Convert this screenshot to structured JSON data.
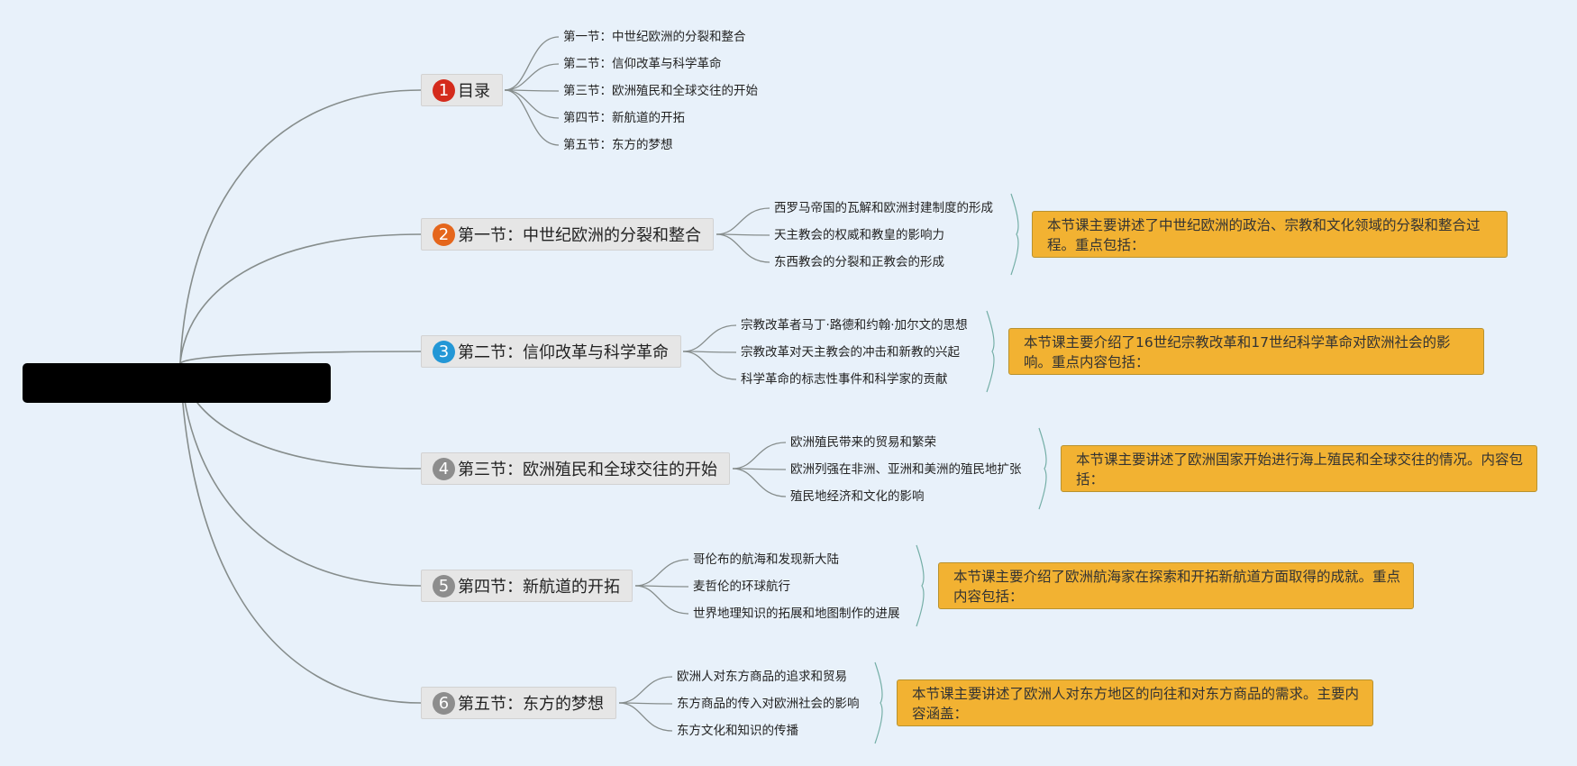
{
  "colors": {
    "background": "#e8f1fa",
    "root": "#000000",
    "connector": "#868d8c",
    "bracket": "#74aea6",
    "note_fill": "#f2b232",
    "badges": [
      "#d42b1c",
      "#e5661c",
      "#2397d6",
      "#8d8d8d",
      "#8d8d8d",
      "#8d8d8d"
    ]
  },
  "root": {
    "label": ""
  },
  "branches": [
    {
      "number": "1",
      "label": "目录",
      "items": [
        "第一节：中世纪欧洲的分裂和整合",
        "第二节：信仰改革与科学革命",
        "第三节：欧洲殖民和全球交往的开始",
        "第四节：新航道的开拓",
        "第五节：东方的梦想"
      ],
      "note": ""
    },
    {
      "number": "2",
      "label": "第一节：中世纪欧洲的分裂和整合",
      "items": [
        "西罗马帝国的瓦解和欧洲封建制度的形成",
        "天主教会的权威和教皇的影响力",
        "东西教会的分裂和正教会的形成"
      ],
      "note": "本节课主要讲述了中世纪欧洲的政治、宗教和文化领域的分裂和整合过程。重点包括："
    },
    {
      "number": "3",
      "label": "第二节：信仰改革与科学革命",
      "items": [
        "宗教改革者马丁·路德和约翰·加尔文的思想",
        "宗教改革对天主教会的冲击和新教的兴起",
        "科学革命的标志性事件和科学家的贡献"
      ],
      "note": "本节课主要介绍了16世纪宗教改革和17世纪科学革命对欧洲社会的影响。重点内容包括："
    },
    {
      "number": "4",
      "label": "第三节：欧洲殖民和全球交往的开始",
      "items": [
        "欧洲殖民带来的贸易和繁荣",
        "欧洲列强在非洲、亚洲和美洲的殖民地扩张",
        "殖民地经济和文化的影响"
      ],
      "note": "本节课主要讲述了欧洲国家开始进行海上殖民和全球交往的情况。内容包括："
    },
    {
      "number": "5",
      "label": "第四节：新航道的开拓",
      "items": [
        "哥伦布的航海和发现新大陆",
        "麦哲伦的环球航行",
        "世界地理知识的拓展和地图制作的进展"
      ],
      "note": "本节课主要介绍了欧洲航海家在探索和开拓新航道方面取得的成就。重点内容包括："
    },
    {
      "number": "6",
      "label": "第五节：东方的梦想",
      "items": [
        "欧洲人对东方商品的追求和贸易",
        "东方商品的传入对欧洲社会的影响",
        "东方文化和知识的传播"
      ],
      "note": "本节课主要讲述了欧洲人对东方地区的向往和对东方商品的需求。主要内容涵盖："
    }
  ]
}
